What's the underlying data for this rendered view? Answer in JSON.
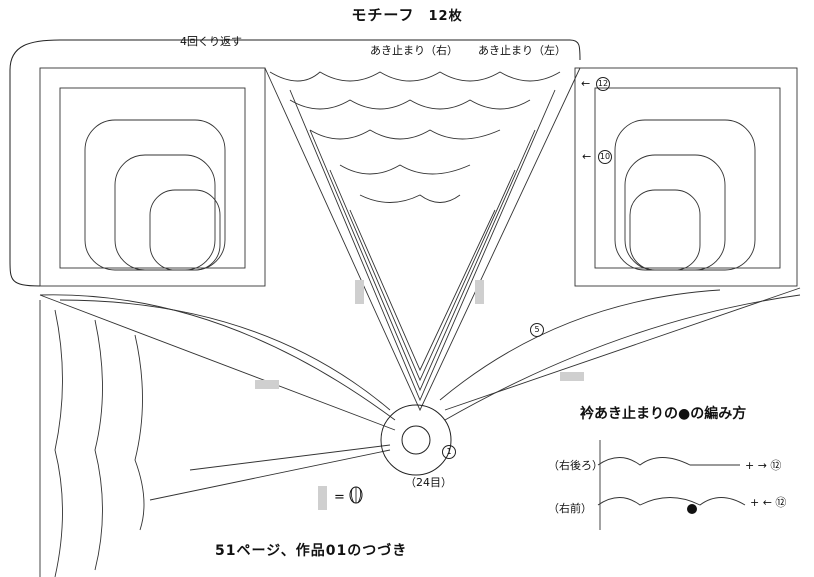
{
  "header": {
    "title": "モチーフ",
    "count": "12枚"
  },
  "labels": {
    "repeat": "4回くり返す",
    "open_stop_right": "あき止まり（右）",
    "open_stop_left": "あき止まり（左）",
    "center_rounds": "（24目）",
    "round_1": "1",
    "round_5": "5",
    "round_10": "10",
    "round_12": "12",
    "arrow_left": "←",
    "equals": "="
  },
  "continuation": "51ページ、作品01のつづき",
  "inset": {
    "title": "衿あき止まりの●の編み方",
    "back_label": "（右後ろ）",
    "front_label": "（右前）",
    "back_right": "+ → ⑫",
    "front_right": "+ ← ⑫"
  },
  "colors": {
    "ink": "#111111",
    "highlight": "#cfcfcf"
  }
}
